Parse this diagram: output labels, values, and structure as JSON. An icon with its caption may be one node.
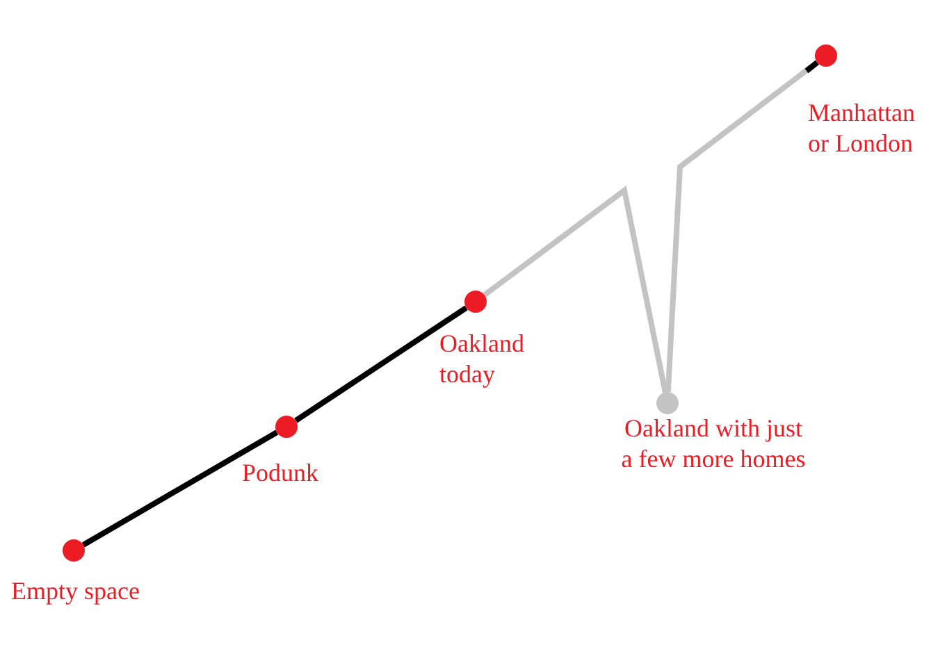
{
  "diagram": {
    "nodes": [
      {
        "text": [],
        "shape": "circle",
        "beside": [
          "Empty space"
        ]
      },
      {
        "text": [],
        "shape": "circle",
        "beside": [
          "Podunk"
        ]
      },
      {
        "text": [],
        "shape": "circle",
        "beside": [
          "Oakland today"
        ]
      },
      {
        "text": [],
        "shape": "circle",
        "beside": [
          "Oakland with just a few more homes"
        ]
      },
      {
        "text": [],
        "shape": "circle",
        "beside": [
          "Manhattan or London"
        ]
      }
    ],
    "edges": [
      {
        "from": 0,
        "to": 1,
        "arrow": "none"
      },
      {
        "from": 1,
        "to": 2,
        "arrow": "none"
      },
      {
        "from": 2,
        "to": 3,
        "arrow": "none",
        "color": "#c3c3c3"
      },
      {
        "from": 3,
        "to": 4,
        "arrow": "none",
        "color": "#c3c3c3"
      }
    ]
  }
}
